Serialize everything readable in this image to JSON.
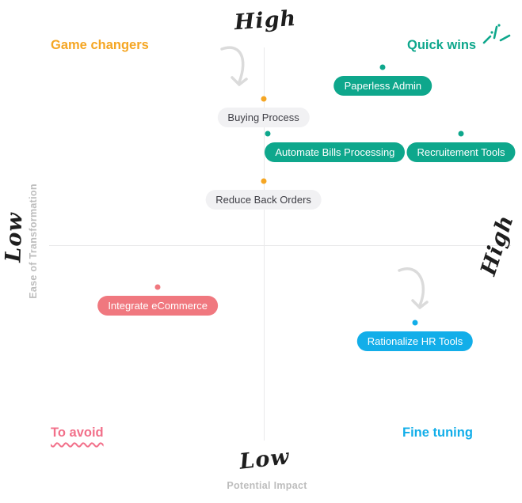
{
  "chart_data": {
    "type": "scatter",
    "title": "",
    "xlabel": "Potential Impact",
    "ylabel": "Ease of Transformation",
    "x_axis_ends": {
      "low": "Low",
      "high": "High"
    },
    "y_axis_ends": {
      "low": "Low",
      "high": "High"
    },
    "xlim": [
      0,
      10
    ],
    "ylim": [
      0,
      10
    ],
    "grid": false,
    "legend": "none",
    "center": {
      "x": 4.71,
      "y": 4.97
    },
    "quadrants": [
      {
        "position": "top-left",
        "label": "Game changers",
        "color": "#F5A623"
      },
      {
        "position": "top-right",
        "label": "Quick wins",
        "color": "#0EA78C"
      },
      {
        "position": "bottom-left",
        "label": "To avoid",
        "color": "#F2708A"
      },
      {
        "position": "bottom-right",
        "label": "Fine tuning",
        "color": "#12AEE9"
      }
    ],
    "points": [
      {
        "label": "Paperless Admin",
        "x": 7.3,
        "y": 9.5,
        "color": "#0EA78C",
        "style": "teal",
        "align": "center"
      },
      {
        "label": "Buying Process",
        "x": 4.7,
        "y": 8.7,
        "color": "#F5A623",
        "style": "gray",
        "align": "center"
      },
      {
        "label": "Automate Bills Processing",
        "x": 4.8,
        "y": 7.8,
        "color": "#0EA78C",
        "style": "teal",
        "align": "left"
      },
      {
        "label": "Recruitement Tools",
        "x": 9.0,
        "y": 7.8,
        "color": "#0EA78C",
        "style": "teal",
        "align": "center"
      },
      {
        "label": "Reduce Back Orders",
        "x": 4.7,
        "y": 6.6,
        "color": "#F5A623",
        "style": "gray",
        "align": "center"
      },
      {
        "label": "Integrate eCommerce",
        "x": 2.4,
        "y": 3.9,
        "color": "#F0787F",
        "style": "pink",
        "align": "center"
      },
      {
        "label": "Rationalize HR Tools",
        "x": 8.0,
        "y": 3.0,
        "color": "#12AEE9",
        "style": "blue",
        "align": "center"
      }
    ]
  },
  "decorations": {
    "arrow_color": "#DBDBDB",
    "sparkle_color": "#0EA78C"
  }
}
